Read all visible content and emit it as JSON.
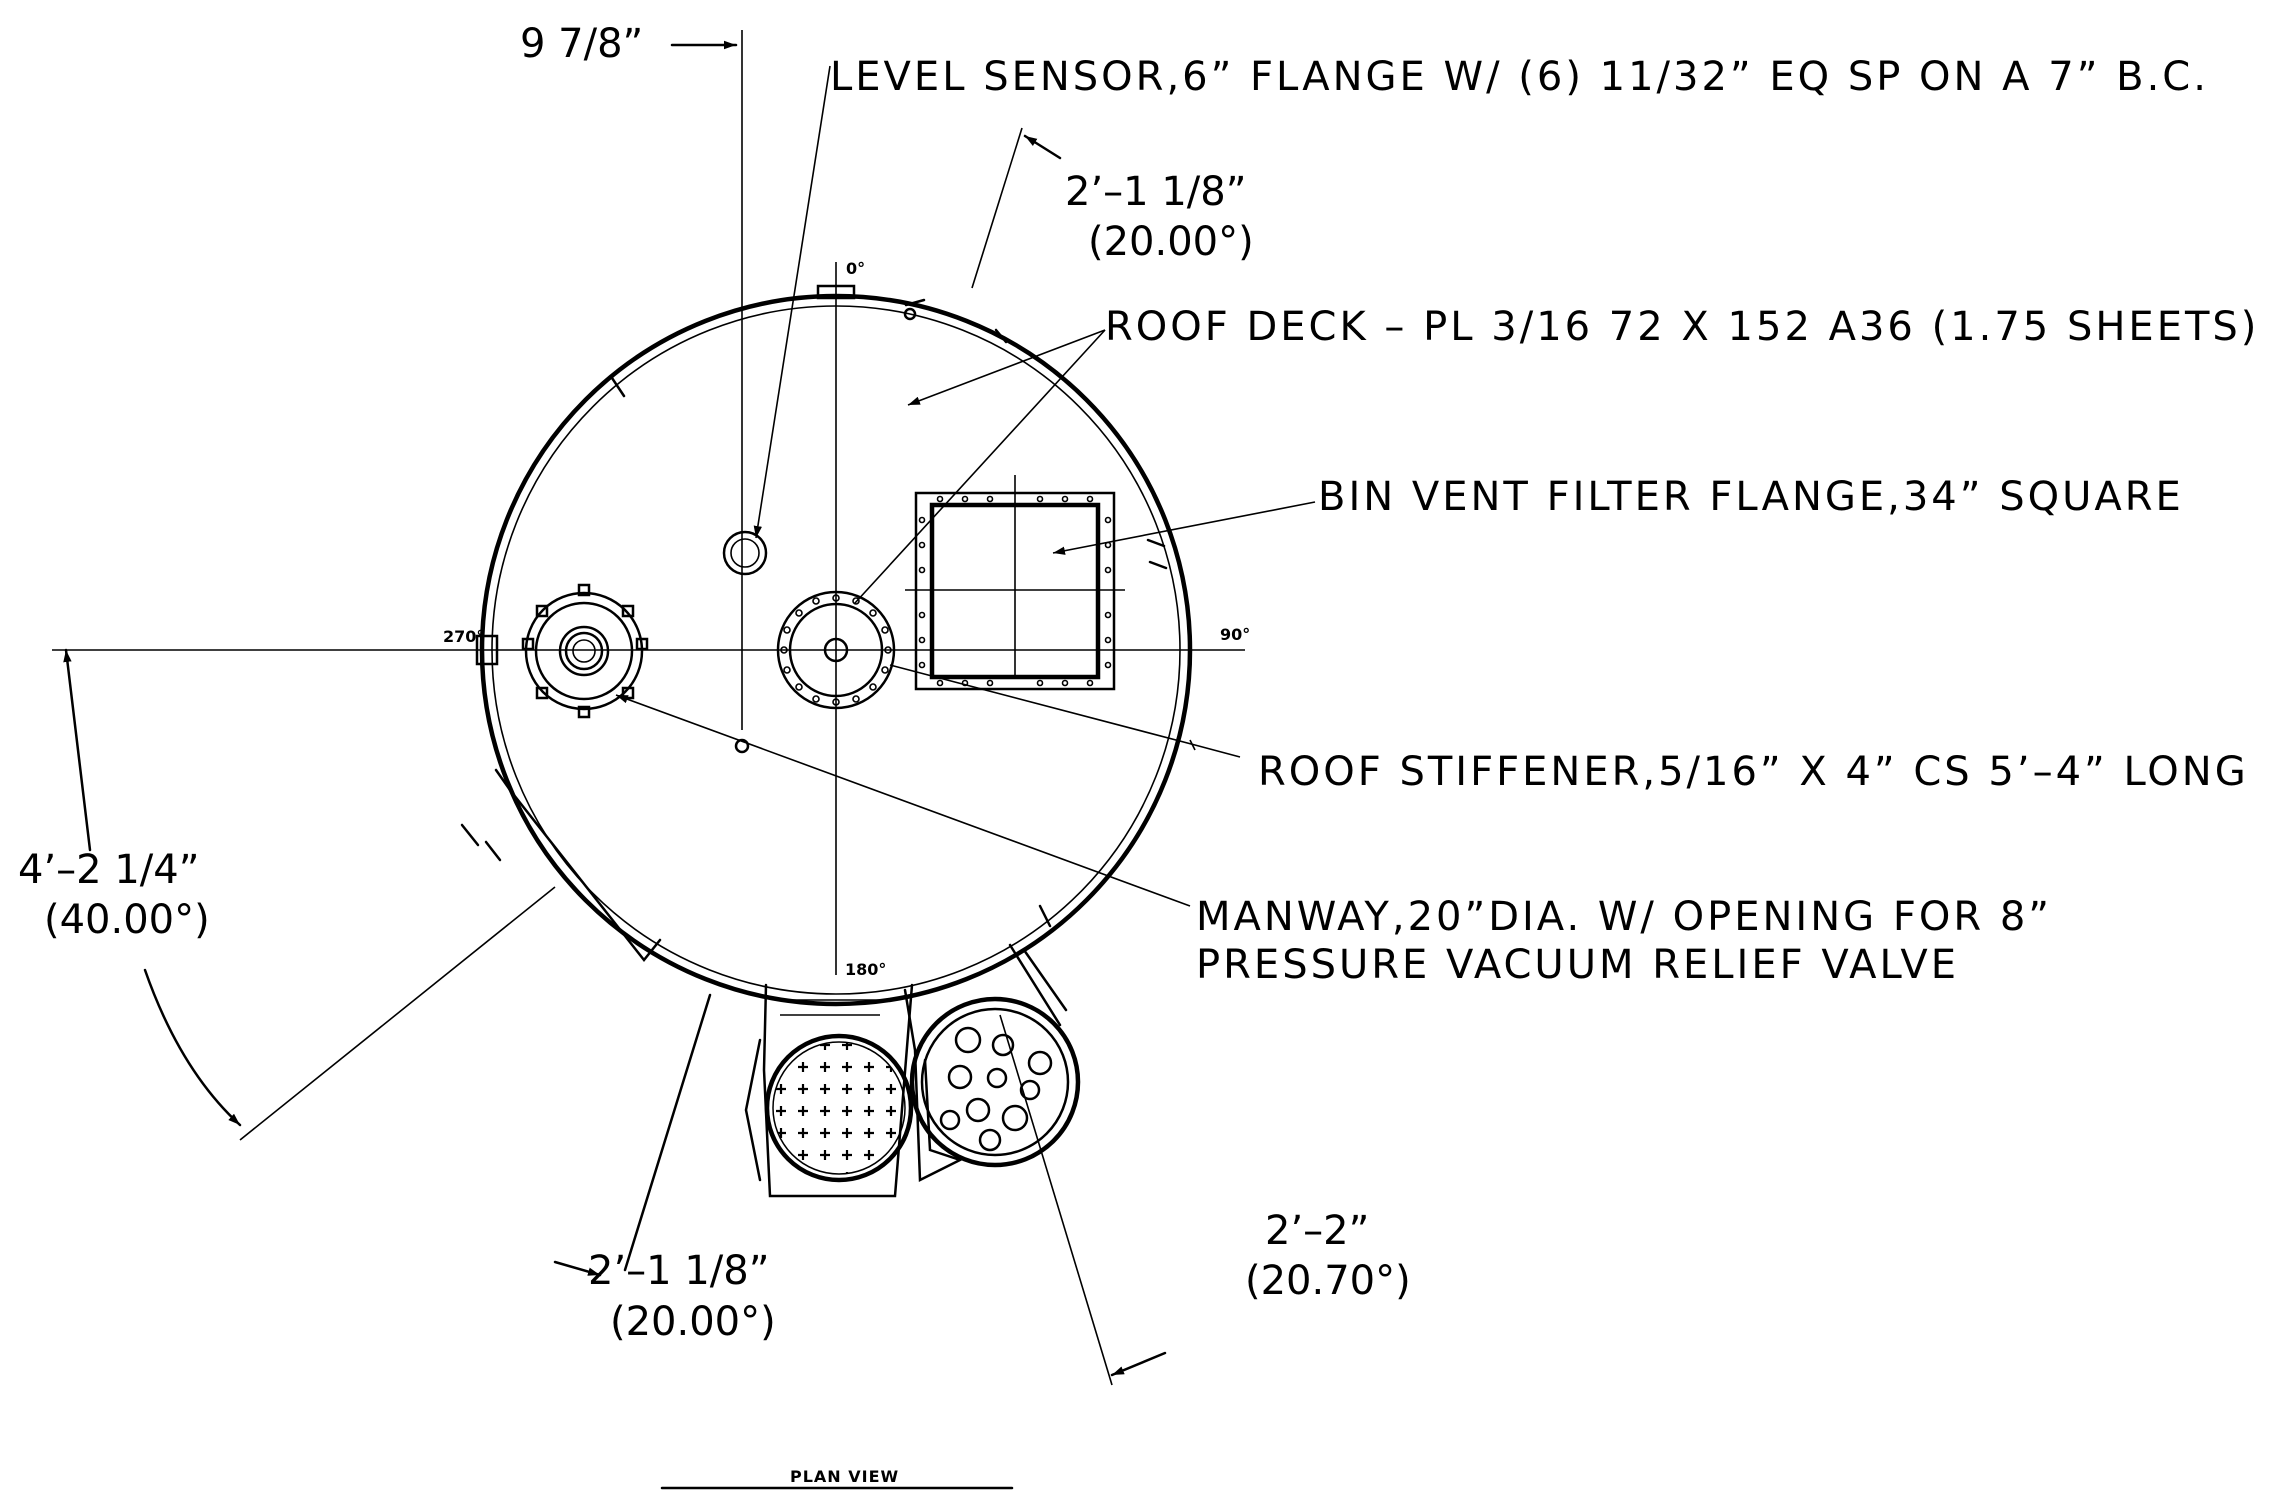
{
  "callouts": {
    "level_sensor": "LEVEL SENSOR,6” FLANGE W/ (6) 11/32” EQ SP ON A 7” B.C.",
    "roof_deck": "ROOF DECK – PL 3/16 72 X 152 A36 (1.75 SHEETS)",
    "bin_vent": "BIN VENT FILTER FLANGE,34” SQUARE",
    "roof_stiffener": "ROOF STIFFENER,5/16” X 4” CS  5’–4” LONG",
    "manway_line1": "MANWAY,20”DIA. W/ OPENING FOR 8”",
    "manway_line2": "PRESSURE VACUUM RELIEF VALVE"
  },
  "dimensions": {
    "top_left": "9 7/8”",
    "top_right_len": "2’–1 1/8”",
    "top_right_ang": "(20.00°)",
    "left_len": "4’–2 1/4”",
    "left_ang": "(40.00°)",
    "bottom_left_len": "2’–1 1/8”",
    "bottom_left_ang": "(20.00°)",
    "bottom_right_len": "2’–2”",
    "bottom_right_ang": "(20.70°)"
  },
  "angle_marks": {
    "deg0": "0°",
    "deg90": "90°",
    "deg180": "180°",
    "deg270": "270°"
  },
  "title": "PLAN VIEW"
}
